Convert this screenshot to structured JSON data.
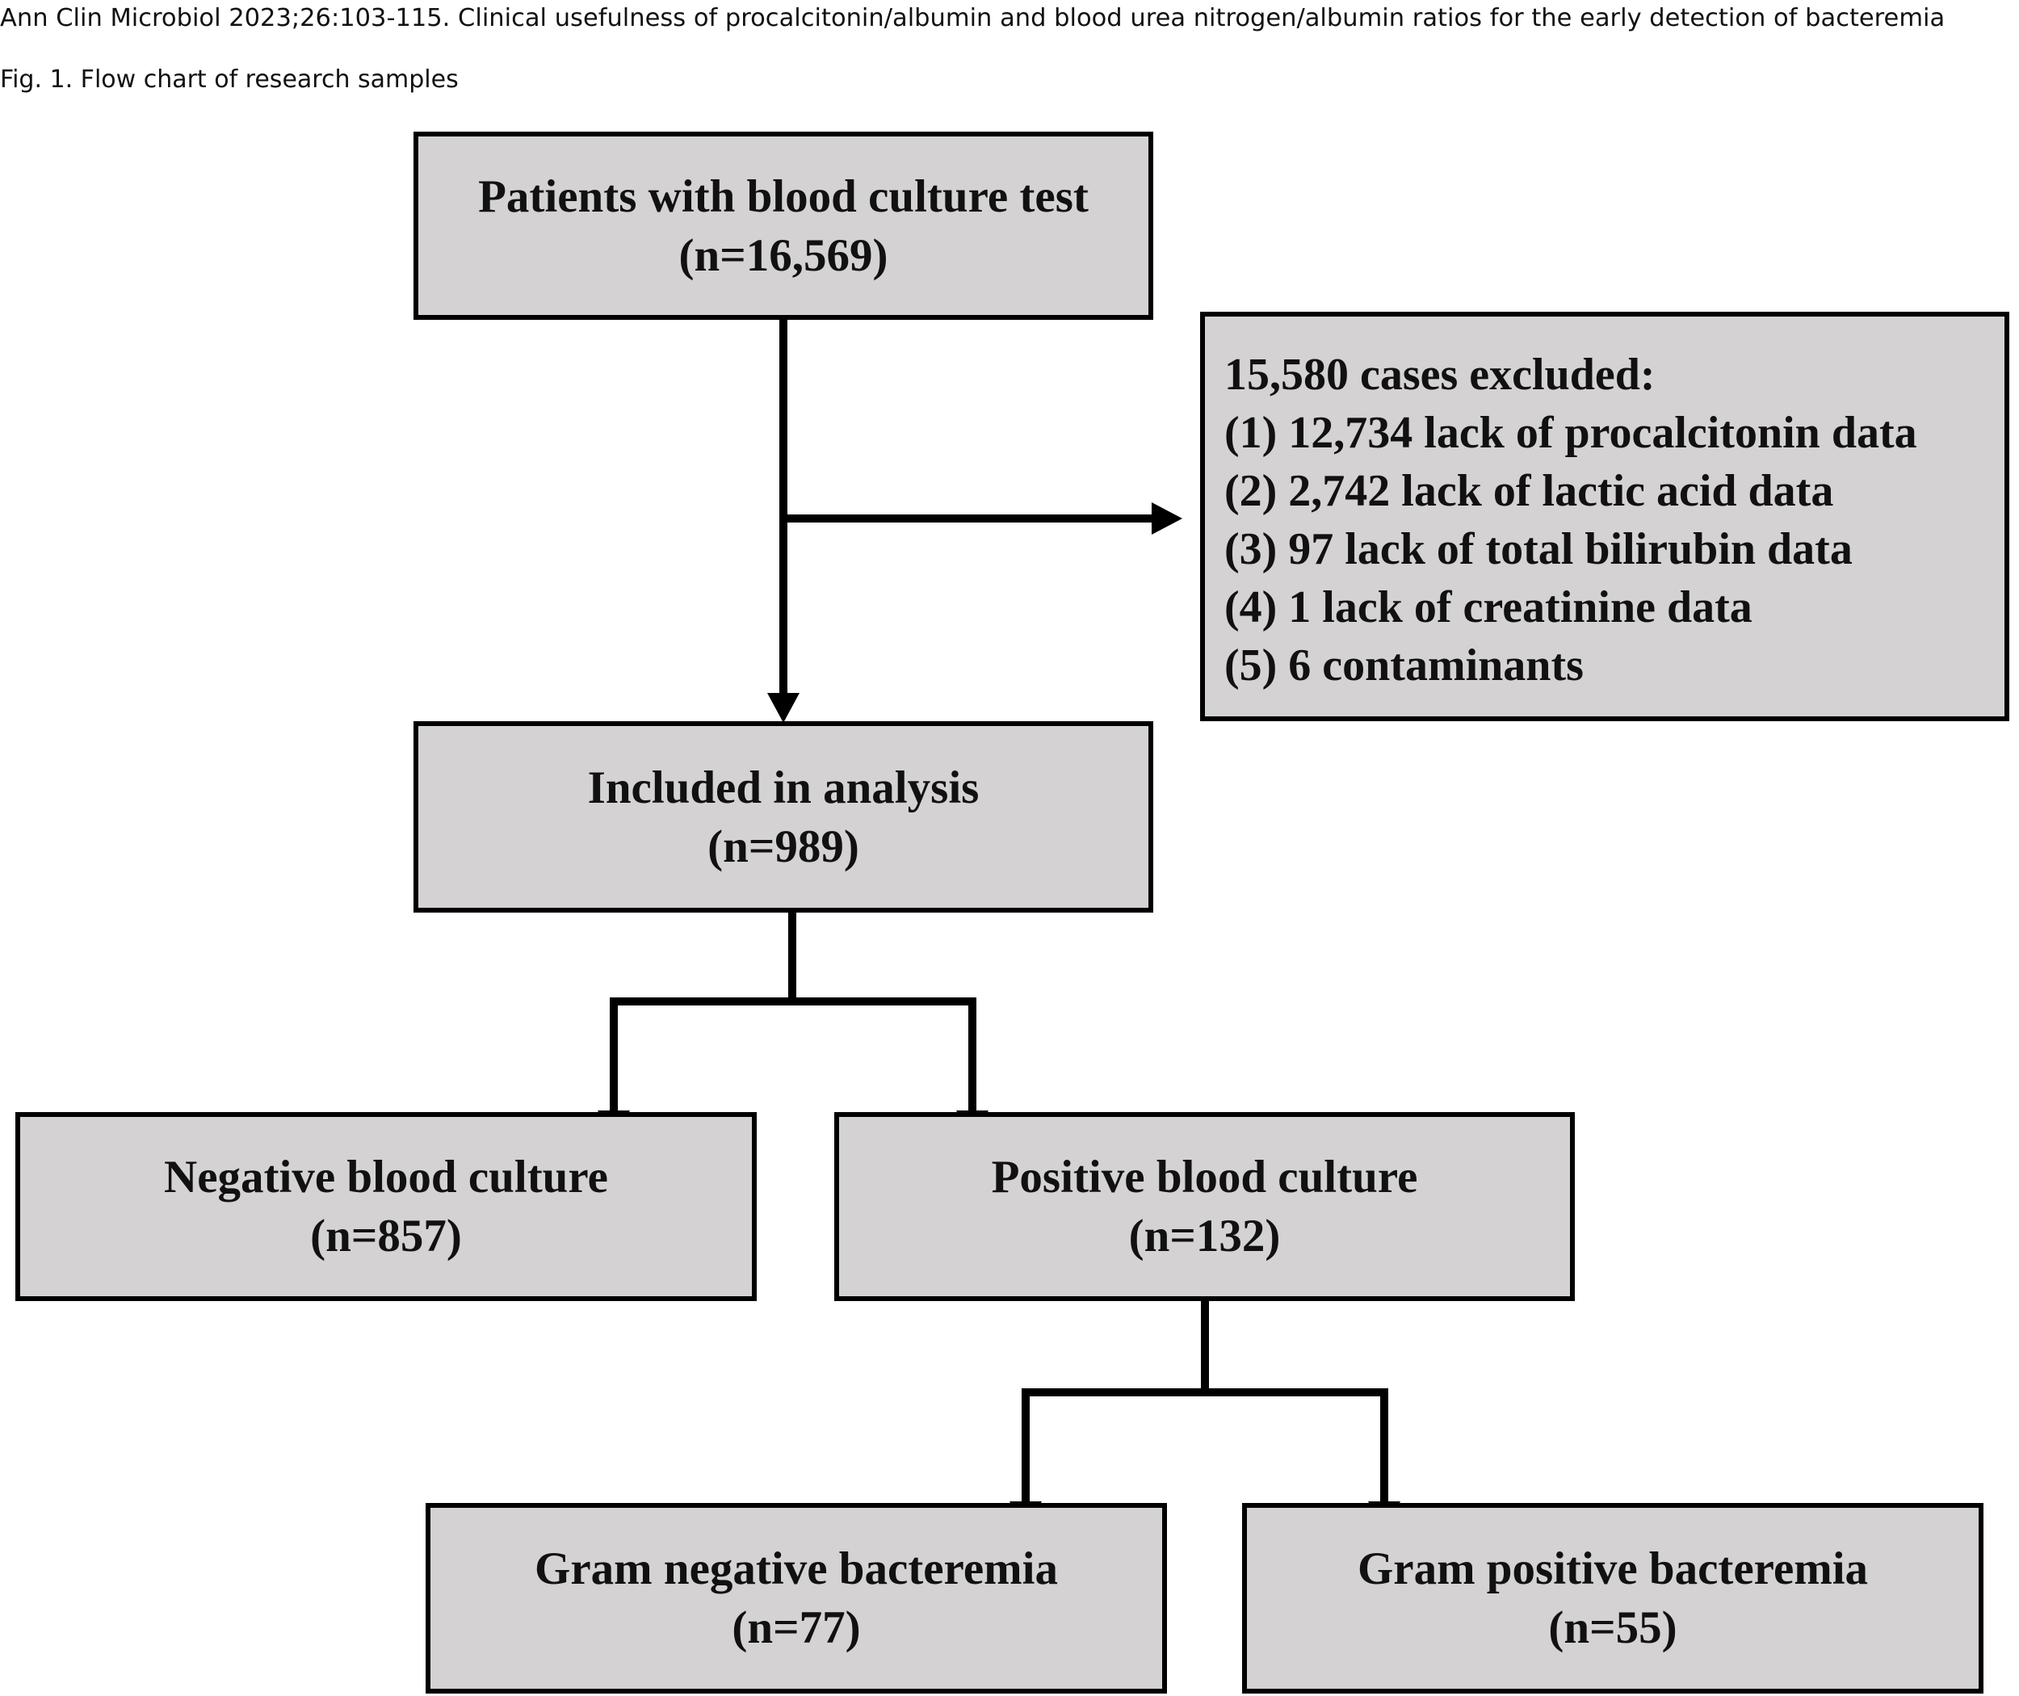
{
  "caption": {
    "citation": "Ann Clin Microbiol 2023;26:103-115. Clinical usefulness of procalcitonin/albumin and blood urea nitrogen/albumin ratios for the early detection of bacteremia",
    "figure_title": "Fig. 1. Flow chart of research samples"
  },
  "flowchart": {
    "colors": {
      "box_fill": "#d4d2d3",
      "stroke": "#000000",
      "text": "#111111"
    },
    "start": {
      "title": "Patients with blood culture test",
      "count": "(n=16,569)"
    },
    "excluded": {
      "heading": "15,580 cases excluded:",
      "reasons": [
        "(1) 12,734 lack of procalcitonin data",
        "(2) 2,742 lack of lactic acid data",
        "(3) 97 lack of total bilirubin data",
        "(4) 1 lack of creatinine data",
        "(5) 6 contaminants"
      ]
    },
    "included": {
      "title": "Included in analysis",
      "count": "(n=989)"
    },
    "negative": {
      "title": "Negative blood culture",
      "count": "(n=857)"
    },
    "positive": {
      "title": "Positive blood culture",
      "count": "(n=132)"
    },
    "gram_negative": {
      "title": "Gram negative bacteremia",
      "count": "(n=77)"
    },
    "gram_positive": {
      "title": "Gram positive bacteremia",
      "count": "(n=55)"
    }
  }
}
